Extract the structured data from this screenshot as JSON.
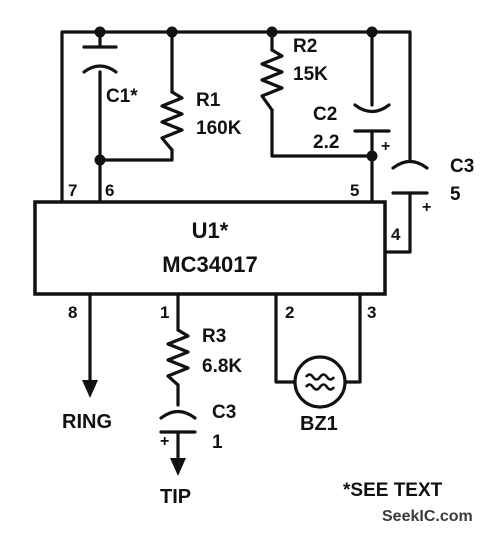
{
  "colors": {
    "ink": "#111111",
    "background": "#ffffff",
    "watermark": "#3a3a3a"
  },
  "ic": {
    "ref": "U1*",
    "part": "MC34017"
  },
  "pins": {
    "p7": "7",
    "p6": "6",
    "p5": "5",
    "p4": "4",
    "p8": "8",
    "p1": "1",
    "p2": "2",
    "p3": "3"
  },
  "components": {
    "c1": {
      "ref": "C1*"
    },
    "r1": {
      "ref": "R1",
      "value": "160K"
    },
    "r2": {
      "ref": "R2",
      "value": "15K"
    },
    "c2": {
      "ref": "C2",
      "value": "2.2",
      "polarity": "+"
    },
    "c3_top": {
      "ref": "C3",
      "value": "5",
      "polarity": "+"
    },
    "r3": {
      "ref": "R3",
      "value": "6.8K"
    },
    "c3_bottom": {
      "ref": "C3",
      "value": "1",
      "polarity": "+"
    },
    "bz1": {
      "ref": "BZ1"
    }
  },
  "terminals": {
    "ring": "RING",
    "tip": "TIP"
  },
  "note": "*SEE TEXT",
  "watermark": "SeekIC.com"
}
